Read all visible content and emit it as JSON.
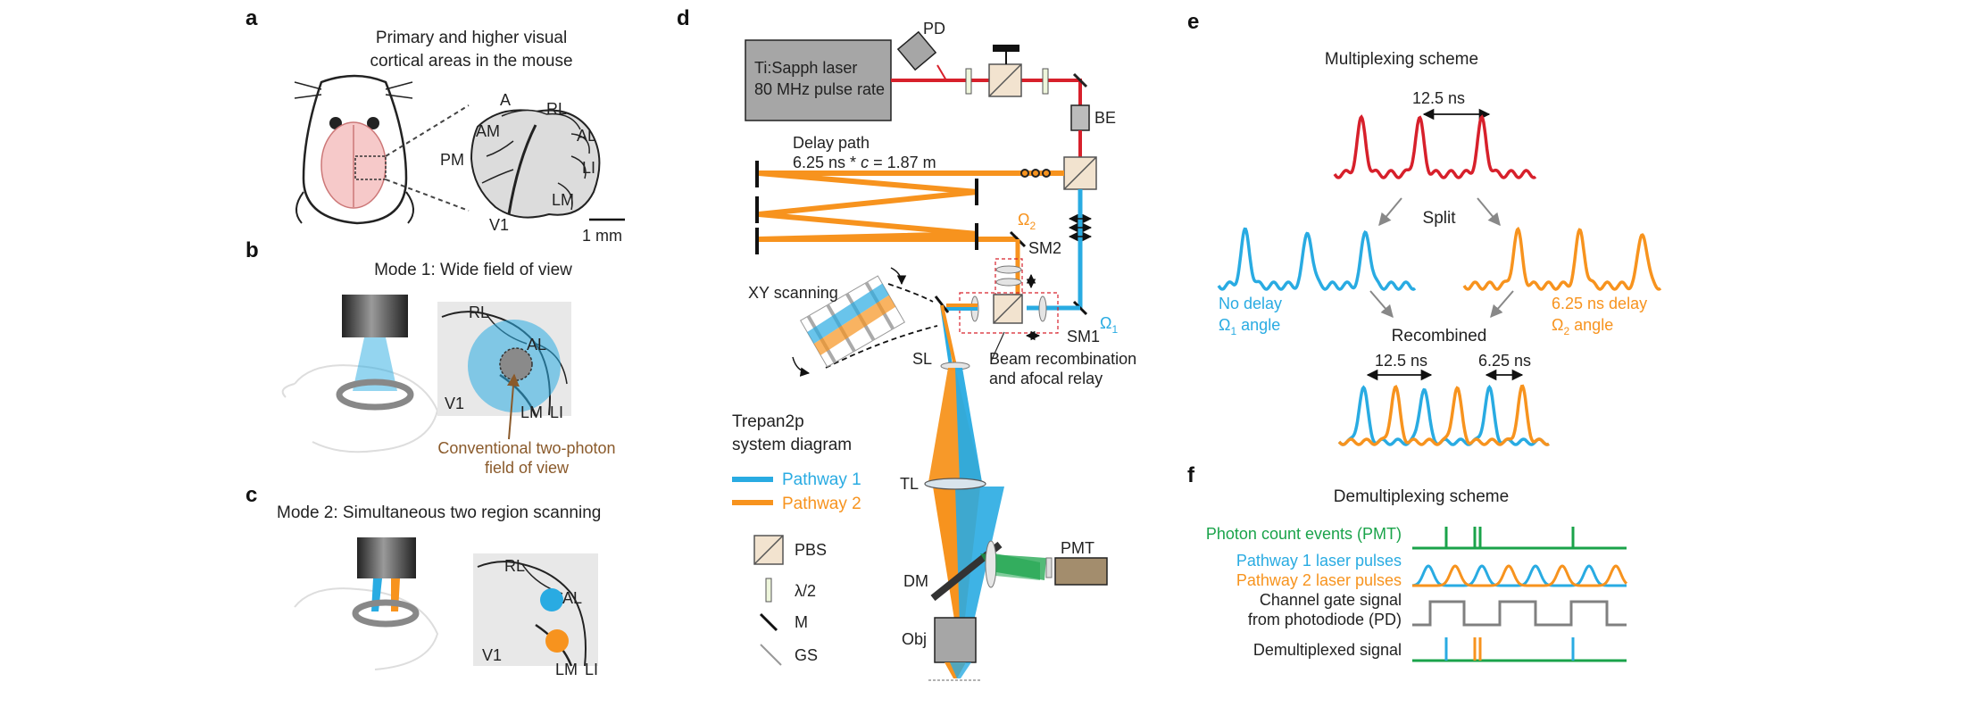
{
  "panels": {
    "a": "a",
    "b": "b",
    "c": "c",
    "d": "d",
    "e": "e",
    "f": "f"
  },
  "panel_a": {
    "title_line1": "Primary and higher visual",
    "title_line2": "cortical areas in the mouse",
    "areas": {
      "A": "A",
      "RL": "RL",
      "AM": "AM",
      "AL": "AL",
      "PM": "PM",
      "LI": "LI",
      "LM": "LM",
      "V1": "V1"
    },
    "scale_bar": "1 mm"
  },
  "panel_b": {
    "title": "Mode 1: Wide field of view",
    "RL": "RL",
    "AL": "AL",
    "V1": "V1",
    "LM": "LM",
    "LI": "LI",
    "note_line1": "Conventional two-photon",
    "note_line2": "field of view",
    "note_color": "#8a5a2b"
  },
  "panel_c": {
    "title": "Mode 2: Simultaneous two region scanning",
    "RL": "RL",
    "AL": "AL",
    "V1": "V1",
    "LM": "LM",
    "LI": "LI"
  },
  "panel_d": {
    "laser_line1": "Ti:Sapph laser",
    "laser_line2": "80 MHz pulse rate",
    "PD": "PD",
    "BE": "BE",
    "delay_line1": "Delay path",
    "delay_line2a": "6.25 ns * ",
    "delay_c": "c",
    "delay_line2b": " = 1.87 m",
    "omega2": "Ω",
    "omega2_sub": "2",
    "omega1": "Ω",
    "omega1_sub": "1",
    "SM2": "SM2",
    "SM1": "SM1",
    "xy": "XY scanning",
    "SL": "SL",
    "recomb_line1": "Beam recombination",
    "recomb_line2": "and afocal relay",
    "sys_line1": "Trepan2p",
    "sys_line2": "system diagram",
    "pathway1": "Pathway 1",
    "pathway2": "Pathway 2",
    "TL": "TL",
    "DM": "DM",
    "PMT": "PMT",
    "Obj": "Obj",
    "legend": {
      "PBS": "PBS",
      "half": "λ/2",
      "M": "M",
      "GS": "GS"
    }
  },
  "panel_e": {
    "title": "Multiplexing scheme",
    "period": "12.5 ns",
    "split": "Split",
    "no_delay": "No delay",
    "omega1_angle_pre": "Ω",
    "omega1_angle_sub": "1",
    "omega1_angle_post": " angle",
    "delay": "6.25 ns delay",
    "omega2_angle_pre": "Ω",
    "omega2_angle_sub": "2",
    "omega2_angle_post": " angle",
    "recombined": "Recombined",
    "period2": "12.5 ns",
    "half_period": "6.25 ns"
  },
  "panel_f": {
    "title": "Demultiplexing scheme",
    "photon": "Photon count events (PMT)",
    "p1": "Pathway 1 laser pulses",
    "p2": "Pathway 2 laser pulses",
    "gate_line1": "Channel gate signal",
    "gate_line2": "from photodiode (PD)",
    "demux": "Demultiplexed signal"
  },
  "colors": {
    "red": "#d7202b",
    "blue": "#29abe2",
    "orange": "#f7931e",
    "green": "#1aa34a",
    "gray": "#808080",
    "brown": "#8a5a2b"
  }
}
